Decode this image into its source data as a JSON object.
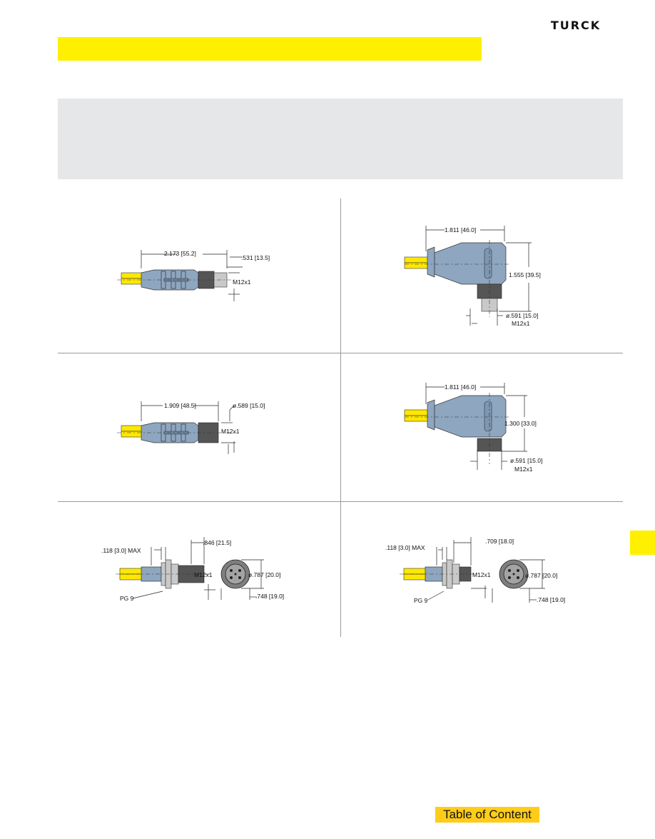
{
  "header": {
    "logo_text": "TURCK",
    "brand_color": "#ffef00",
    "toc_color": "#ffcc1a"
  },
  "drawings": {
    "straight_male": {
      "length": "2.173  [55.2]",
      "thread_len": ".531  [13.5]",
      "thread": "M12x1"
    },
    "right_angle_male": {
      "length": "1.811  [46.0]",
      "height": "1.555  [39.5]",
      "diameter": "ø.591  [15.0]",
      "thread": "M12x1"
    },
    "straight_female": {
      "length": "1.909  [48.5]",
      "diameter": "ø.589  [15.0]",
      "thread": "M12x1"
    },
    "right_angle_female": {
      "length": "1.811  [46.0]",
      "height": "1.300  [33.0]",
      "diameter": "ø.591  [15.0]",
      "thread": "M12x1"
    },
    "receptacle_male": {
      "panel": ".118  [3.0]  MAX",
      "length": ".846  [21.5]",
      "thread": "M12x1",
      "flange": "ø.787  [20.0]",
      "face": ".748  [19.0]",
      "gland": "PG  9"
    },
    "receptacle_female": {
      "panel": ".118  [3.0]  MAX",
      "length": ".709  [18.0]",
      "thread": "M12x1",
      "flange": "ø.787  [20.0]",
      "face": ".748  [19.0]",
      "gland": "PG  9"
    }
  },
  "footer": {
    "toc_label": "Table of Content"
  }
}
